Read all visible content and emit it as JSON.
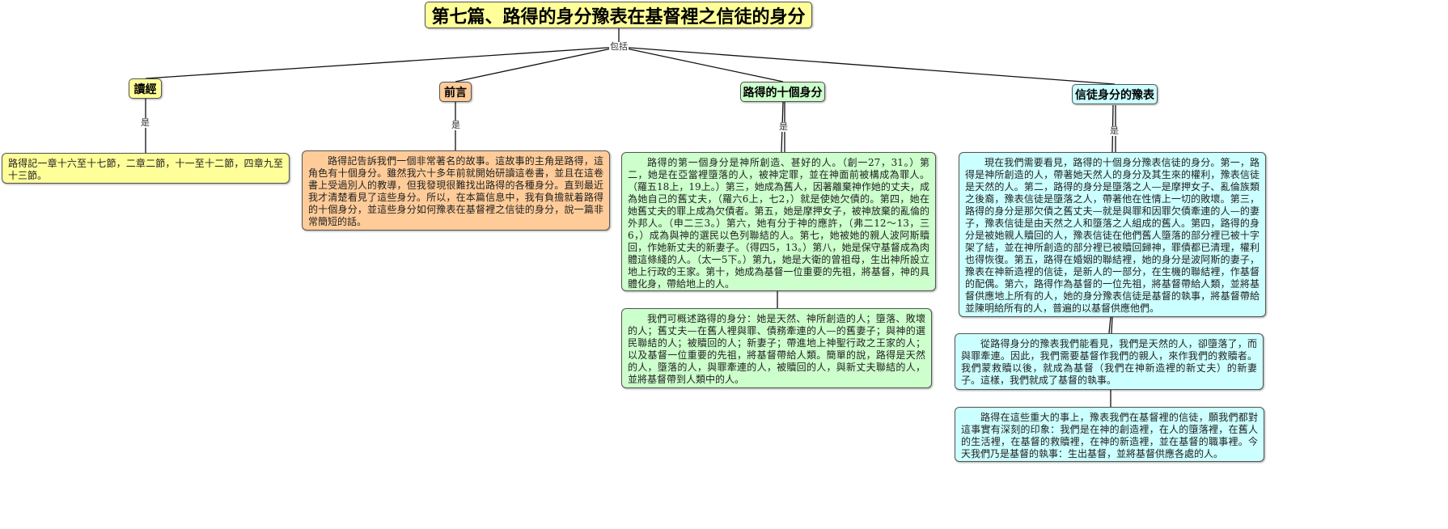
{
  "root": {
    "title": "第七篇、路得的身分豫表在基督裡之信徒的身分"
  },
  "root_link_label": "包括",
  "branches": [
    {
      "label": "讀經",
      "link_label": "是",
      "notes": [
        "路得記一章十六至十七節，二章二節，十一至十二節，四章九至十三節。"
      ]
    },
    {
      "label": "前言",
      "link_label": "是",
      "notes": [
        "路得記告訴我們一個非常著名的故事。這故事的主角是路得，這角色有十個身分。雖然我六十多年前就開始研讀這卷書，並且在這卷書上受過別人的教導，但我發現很難找出路得的各種身分。直到最近我才清楚看見了這些身分。所以，在本篇信息中，我有負擔就着路得的十個身分，並這些身分如何豫表在基督裡之信徒的身分，說一篇非常簡短的話。"
      ]
    },
    {
      "label": "路得的十個身分",
      "link_label": "是",
      "notes": [
        "路得的第一個身分是神所創造、甚好的人。（創一27，31。）第二，她是在亞當裡墮落的人，被神定罪，並在神面前被構成為罪人。（羅五18上，19上。）第三，她成為舊人，因著離棄神作她的丈夫，成為她自己的舊丈夫，（羅六6上，七2，）就是使她欠債的。第四，她在她舊丈夫的罪上成為欠債者。第五，她是摩押女子，被神放棄的亂倫的外邦人。（申二三3。）第六，她有分于神的應許，（弗二12～13，三6，）成為與神的選民以色列聯結的人。第七，她被她的親人波阿斯贖回，作她新丈夫的新妻子。（得四5，13。）第八，她是保守基督成為肉體這條綫的人。（太一5下。）第九，她是大衛的曾祖母，生出神所設立地上行政的王家。第十，她成為基督一位重要的先祖，將基督，神的具體化身，帶給地上的人。",
        "我們可概述路得的身分：她是天然、神所創造的人；墮落、敗壞的人；舊丈夫—在舊人裡與罪、債務牽連的人—的舊妻子；與神的選民聯結的人；被贖回的人；新妻子；帶進地上神聖行政之王家的人；以及基督一位重要的先祖，將基督帶給人類。簡單的說，路得是天然的人，墮落的人，與罪牽連的人，被贖回的人，與新丈夫聯結的人，並將基督帶到人類中的人。"
      ]
    },
    {
      "label": "信徒身分的豫表",
      "link_label": "是",
      "notes": [
        "現在我們需要看見，路得的十個身分豫表信徒的身分。第一，路得是神所創造的人，帶著她天然人的身分及其生來的權利，豫表信徒是天然的人。第二，路得的身分是墮落之人—是摩押女子、亂倫族類之後裔，豫表信徒是墮落之人，帶著他在性情上一切的敗壞。第三，路得的身分是那欠債之舊丈夫—就是與罪和因罪欠債牽連的人—的妻子，豫表信徒是由天然之人和墮落之人組成的舊人。第四，路得的身分是被她親人贖回的人，豫表信徒在他們舊人墮落的部分裡已被十字架了結，並在神所創造的部分裡已被贖回歸神，罪債都已清理，權利也得恢復。第五，路得在婚姻的聯結裡，她的身分是波阿斯的妻子，豫表在神新造裡的信徒，是新人的一部分，在生機的聯結裡，作基督的配偶。第六，路得作為基督的一位先祖，將基督帶給人類，並將基督供應地上所有的人，她的身分豫表信徒是基督的執事，將基督帶給並陳明給所有的人，普遍的以基督供應他們。",
        "從路得身分的豫表我們能看見，我們是天然的人，卻墮落了，而與罪牽連。因此，我們需要基督作我們的親人，來作我們的救贖者。我們蒙救贖以後，就成為基督（我們在神新造裡的新丈夫）的新妻子。這樣，我們就成了基督的執事。",
        "路得在這些重大的事上，豫表我們在基督裡的信徒，願我們都對這事實有深刻的印象：我們是在神的創造裡，在人的墮落裡，在舊人的生活裡，在基督的救贖裡，在神的新造裡，並在基督的職事裡。今天我們乃是基督的執事：生出基督，並將基督供應各處的人。"
      ]
    }
  ]
}
